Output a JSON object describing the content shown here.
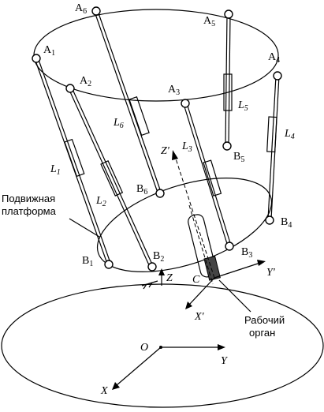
{
  "labels": {
    "A1": "A",
    "A1s": "1",
    "A2": "A",
    "A2s": "2",
    "A3": "A",
    "A3s": "3",
    "A4": "A",
    "A4s": "4",
    "A5": "A",
    "A5s": "5",
    "A6": "A",
    "A6s": "6",
    "B1": "B",
    "B1s": "1",
    "B2": "B",
    "B2s": "2",
    "B3": "B",
    "B3s": "3",
    "B4": "B",
    "B4s": "4",
    "B5": "B",
    "B5s": "5",
    "B6": "B",
    "B6s": "6",
    "L1": "L",
    "L1s": "1",
    "L2": "L",
    "L2s": "2",
    "L3": "L",
    "L3s": "3",
    "L4": "L",
    "L4s": "4",
    "L5": "L",
    "L5s": "5",
    "L6": "L",
    "L6s": "6",
    "Zp": "Z'",
    "Yp": "Y'",
    "Xp": "X'",
    "Z": "Z",
    "C": "C",
    "O": "O",
    "X": "X",
    "Y": "Y",
    "platform_line1": "Подвижная",
    "platform_line2": "платформа",
    "organ_line1": "Рабочий",
    "organ_line2": "орган"
  }
}
